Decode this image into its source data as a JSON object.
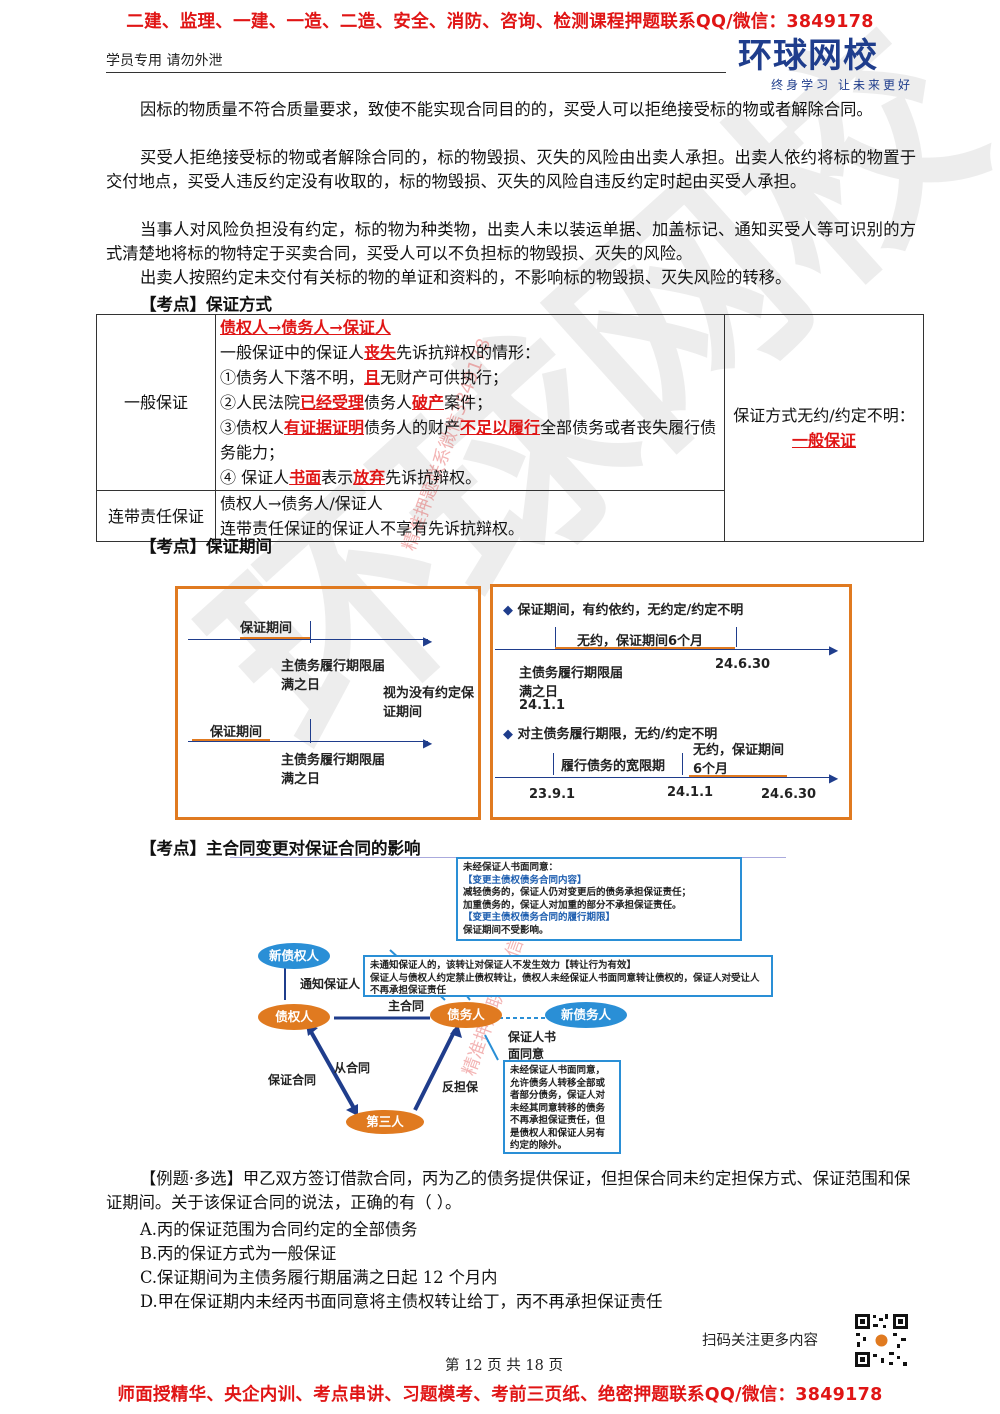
{
  "banner_top": "二建、监理、一建、一造、二造、安全、消防、咨询、检测课程押题联系QQ/微信：3849178",
  "banner_bottom": "师面授精华、央企内训、考点串讲、习题模考、考前三页纸、绝密押题联系QQ/微信：3849178",
  "header": {
    "left": "学员专用 请勿外泄",
    "logo_main": "环球网校",
    "logo_sub": "终身学习 让未来更好"
  },
  "paragraphs": [
    "因标的物质量不符合质量要求，致使不能实现合同目的的，买受人可以拒绝接受标的物或者解除合同。",
    "买受人拒绝接受标的物或者解除合同的，标的物毁损、灭失的风险由出卖人承担。出卖人依约将标的物置于交付地点，买受人违反约定没有收取的，标的物毁损、灭失的风险自违反约定时起由买受人承担。",
    "当事人对风险负担没有约定，标的物为种类物，出卖人未以装运单据、加盖标记、通知买受人等可识别的方式清楚地将标的物特定于买卖合同，买受人可以不负担标的物毁损、灭失的风险。",
    "出卖人按照约定未交付有关标的物的单证和资料的，不影响标的物毁损、灭失风险的转移。"
  ],
  "section1": "【考点】保证方式",
  "table": {
    "row1_label": "一般保证",
    "row1_chain": "债权人→债务人→保证人",
    "row1_line1a": "一般保证中的保证人",
    "row1_line1b": "丧失",
    "row1_line1c": "先诉抗辩权的情形：",
    "row1_item1a": "①债务人下落不明，",
    "row1_item1b": "且",
    "row1_item1c": "无财产可供执行；",
    "row1_item2a": "②人民法院",
    "row1_item2b": "已经受理",
    "row1_item2c": "债务人",
    "row1_item2d": "破产",
    "row1_item2e": "案件；",
    "row1_item3a": "③债权人",
    "row1_item3b": "有证据证明",
    "row1_item3c": "债务人的财产",
    "row1_item3d": "不足以履行",
    "row1_item3e": "全部债务或者丧失履行债务能力；",
    "row1_item4a": "④ 保证人",
    "row1_item4b": "书面",
    "row1_item4c": "表示",
    "row1_item4d": "放弃",
    "row1_item4e": "先诉抗辩权。",
    "side_text": "保证方式无约/约定不明：",
    "side_answer": "一般保证",
    "row2_label": "连带责任保证",
    "row2_chain": "债权人→债务人/保证人",
    "row2_text": "连带责任保证的保证人不享有先诉抗辩权。"
  },
  "section2": "【考点】保证期间",
  "diagram1": {
    "left": {
      "period1": "保证期间",
      "due1": "主债务履行期限届满之日",
      "note": "视为没有约定保证期间",
      "period2": "保证期间",
      "due2": "主债务履行期限届满之日"
    },
    "right": {
      "bullet1": "保证期间，有约依约，无约定/约定不明",
      "six_months": "无约，保证期间6个月",
      "date_end1": "24.6.30",
      "due_label": "主债务履行期限届满之日",
      "date_start1": "24.1.1",
      "bullet2": "对主债务履行期限，无约/约定不明",
      "grace": "履行债务的宽限期",
      "six_months2": "无约，保证期间6个月",
      "d1": "23.9.1",
      "d2": "24.1.1",
      "d3": "24.6.30"
    }
  },
  "section3": "【考点】主合同变更对保证合同的影响",
  "diagram2": {
    "note1_title": "未经保证人书面同意：",
    "note1_l1": "【变更主债权债务合同内容】",
    "note1_l2": "减轻债务的，保证人仍对变更后的债务承担保证责任；",
    "note1_l3": "加重债务的，保证人对加重的部分不承担保证责任。",
    "note1_l4": "【变更主债权债务合同的履行期限】",
    "note1_l5": "保证期间不受影响。",
    "note2_l1": "未通知保证人的，该转让对保证人不发生效力【转让行为有效】",
    "note2_l2": "保证人与债权人约定禁止债权转让，债权人未经保证人书面同意转让债权的，保证人对受让人不再承担保证责任",
    "note3": "未经保证人书面同意，允许债务人转移全部或者部分债务，保证人对未经其同意转移的债务不再承担保证责任，但是债权人和保证人另有约定的除外。",
    "new_creditor": "新债权人",
    "creditor": "债权人",
    "debtor": "债务人",
    "new_debtor": "新债务人",
    "third": "第三人",
    "notify": "通知保证人",
    "main_contract": "主合同",
    "guarantor_consent": "保证人书面同意",
    "guarantee_contract": "保证合同",
    "sub_contract": "从合同",
    "counter_guarantee": "反担保"
  },
  "question": {
    "stem": "【例题·多选】甲乙双方签订借款合同，丙为乙的债务提供保证，但担保合同未约定担保方式、保证范围和保证期间。关于该保证合同的说法，正确的有（  ）。",
    "a": "A.丙的保证范围为合同约定的全部债务",
    "b": "B.丙的保证方式为一般保证",
    "c": "C.保证期间为主债务履行期届满之日起 12 个月内",
    "d": "D.甲在保证期内未经丙书面同意将主债权转让给丁，丙不再承担保证责任"
  },
  "footer": {
    "scan": "扫码关注更多内容",
    "page": "第 12 页 共 18 页"
  },
  "watermark": "环球网校",
  "watermark_small": "精准押题联系微信3849178"
}
